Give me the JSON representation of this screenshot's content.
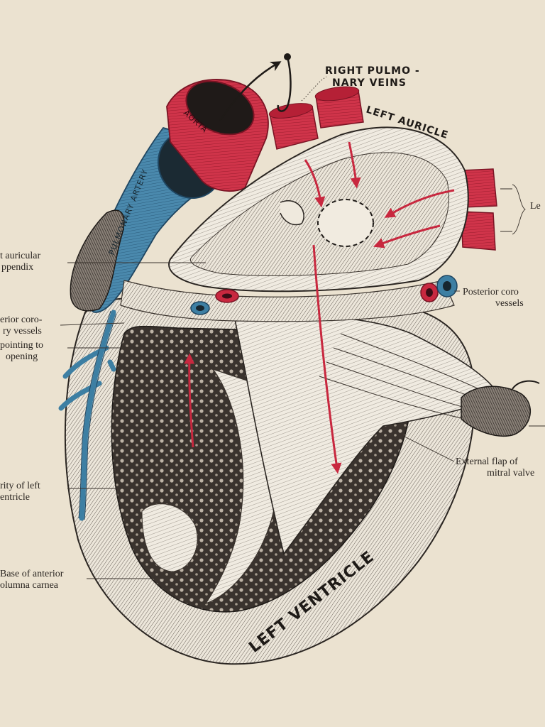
{
  "colors": {
    "paper": "#ebe2d0",
    "ink": "#2a2521",
    "artery_red": "#c8283f",
    "vein_blue": "#3d7fa3",
    "muscle_light": "#e6e0d4",
    "muscle_dark": "#5a524b"
  },
  "vessel_labels": {
    "aorta": "AORTA",
    "pulmonary_artery": "PULMONARY ARTERY"
  },
  "labels": {
    "right_pulmonary_veins_line1": "RIGHT PULMO -",
    "right_pulmonary_veins_line2": "NARY VEINS",
    "left_auricle": "LEFT AURICLE",
    "left_ventricle": "LEFT VENTRICLE",
    "right_edge_le": "Le",
    "auricular_appendix_line1": "t auricular",
    "auricular_appendix_line2": "ppendix",
    "anterior_coronary_line1": "erior coro-",
    "anterior_coronary_line2": "ry vessels",
    "pointing_to_line1": "pointing to",
    "pointing_to_line2": "opening",
    "cavity_line1": "rity of left",
    "cavity_line2": "entricle",
    "columna_line1": "Base of anterior",
    "columna_line2": "olumna carnea",
    "posterior_coronary_line1": "Posterior coro",
    "posterior_coronary_line2": "vessels",
    "external_flap_line1": "External flap of",
    "external_flap_line2": "mitral valve"
  }
}
